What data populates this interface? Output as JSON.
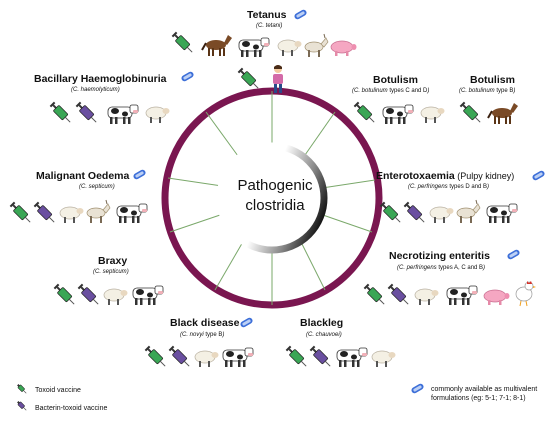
{
  "center": {
    "line1": "Pathogenic",
    "line2": "clostridia"
  },
  "diseases": {
    "tetanus": {
      "name": "Tetanus",
      "agent": "C. tetani"
    },
    "bacillary": {
      "name": "Bacillary Haemoglobinuria",
      "agent": "C. haemolyticum"
    },
    "botulism_cd": {
      "name": "Botulism",
      "agent": "C. botulinum",
      "agent_suffix": " types C and D"
    },
    "botulism_b": {
      "name": "Botulism",
      "agent": "C. botulinum",
      "agent_suffix": " type B"
    },
    "malignant": {
      "name": "Malignant Oedema",
      "agent": "C. septicum"
    },
    "enterotox": {
      "name": "Enterotoxaemia",
      "name_suffix": " (Pulpy kidney)",
      "agent": "C. perfringens",
      "agent_suffix": " types D and B"
    },
    "braxy": {
      "name": "Braxy",
      "agent": "C. septicum"
    },
    "necrotizing": {
      "name": "Necrotizing enteritis",
      "agent": "C. perfringens",
      "agent_suffix": " types A, C and B"
    },
    "blackdisease": {
      "name": "Black disease",
      "agent": "C. novyi",
      "agent_suffix": " type B"
    },
    "blackleg": {
      "name": "Blackleg",
      "agent": "C. chauvoei"
    }
  },
  "legend": {
    "toxoid": "Toxoid vaccine",
    "bacterin": "Bacterin-toxoid vaccine",
    "multivalent": "commonly available as multivalent formulations (eg: 5-1; 7-1; 8-1)"
  },
  "colors": {
    "ring": "#7a1650",
    "spoke": "#7aa86a",
    "toxoid_syringe": "#3aa655",
    "bacterin_syringe": "#6a4fa0",
    "bacteria_badge": "#3d6fd8"
  }
}
